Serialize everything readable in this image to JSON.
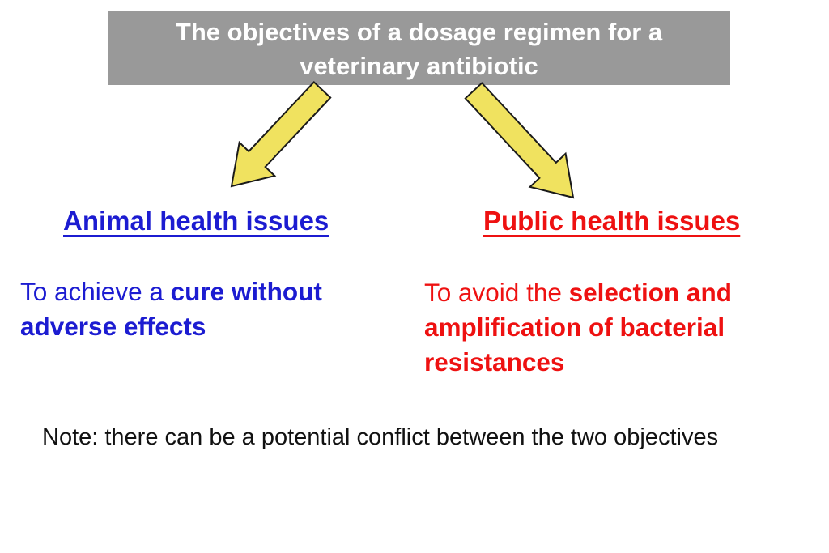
{
  "slide": {
    "title": {
      "line1": "The objectives of a dosage regimen for a",
      "line2": "veterinary antibiotic"
    },
    "left_column": {
      "heading": "Animal health issues",
      "body": {
        "line1_regular": "To achieve a ",
        "line1_bold": "cure without",
        "line2_bold": "adverse effects"
      }
    },
    "right_column": {
      "heading": "Public health issues",
      "body": {
        "line1_regular": "To avoid the ",
        "line1_bold": "selection and",
        "line2_bold": "amplification of bacterial",
        "line3_bold": "resistances"
      }
    },
    "note": "Note: there can be a potential conflict between the two objectives",
    "icons": {
      "left_arrow": "down-left-block-arrow",
      "right_arrow": "down-right-block-arrow"
    },
    "colors": {
      "title_bg": "#999999",
      "title_text": "#ffffff",
      "animal_blue": "#1c1cd1",
      "public_red": "#ee1111",
      "arrow_fill": "#f0e25f",
      "arrow_outline": "#1a1a1a",
      "note_text": "#111111"
    }
  }
}
